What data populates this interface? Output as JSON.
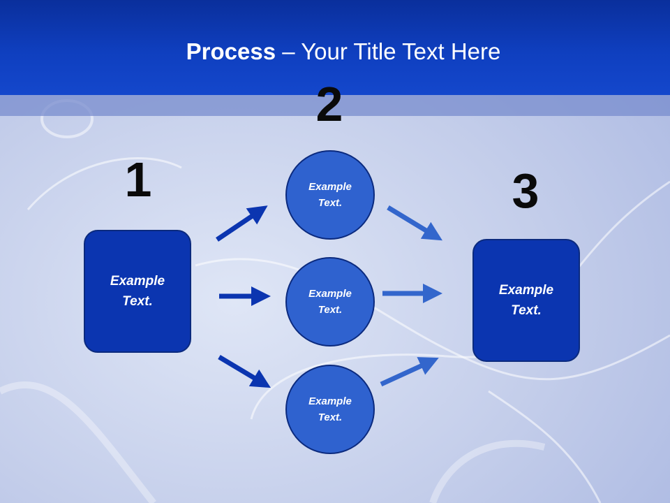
{
  "slide": {
    "title_bold": "Process",
    "title_rest": " – Your Title Text Here"
  },
  "steps": {
    "left_number": "1",
    "middle_number": "2",
    "right_number": "3"
  },
  "nodes": {
    "left_box": "Example Text.",
    "circle_top": "Example Text.",
    "circle_middle": "Example Text.",
    "circle_bottom": "Example Text.",
    "right_box": "Example Text."
  },
  "colors": {
    "header": "#0f3fbf",
    "box_fill": "#0b35b0",
    "circle_fill": "#2f62cf",
    "arrow_dark": "#0b35b0",
    "arrow_light": "#3366cc"
  }
}
